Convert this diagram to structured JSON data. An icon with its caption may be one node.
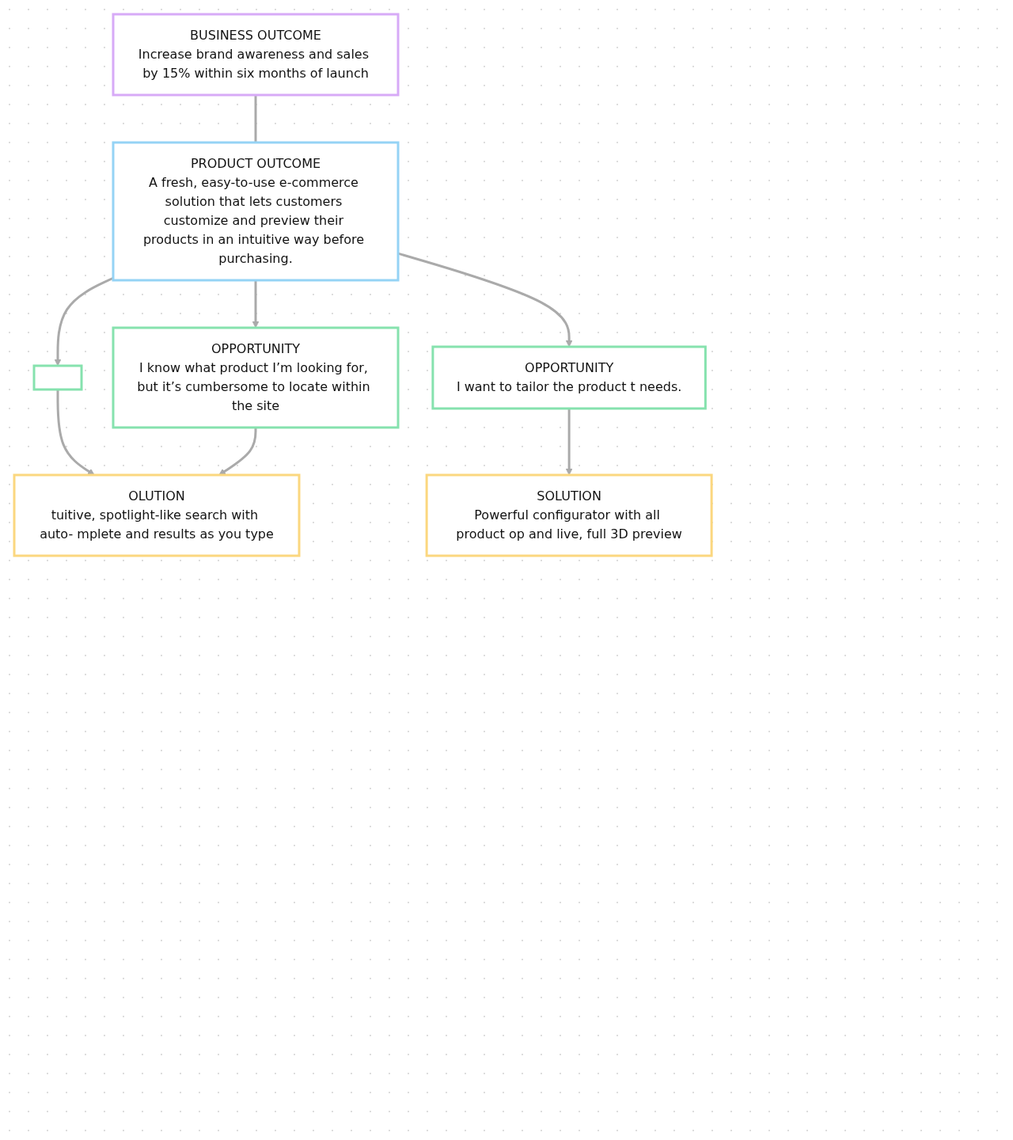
{
  "diagram": {
    "nodes": [
      {
        "text": [
          "BUSINESS OUTCOME",
          "Increase brand awareness and sales by 15% within six months of launch"
        ]
      },
      {
        "text": [
          "PRODUCT OUTCOME",
          "A fresh, easy-to-use e-commerce solution that lets customers customize and preview their products in an intuitive way before purchasing."
        ]
      },
      {
        "text": [],
        "shape": "box"
      },
      {
        "text": [
          "OPPORTUNITY",
          "I know what product I’m looking for, but it’s cumbersome to locate within the site"
        ]
      },
      {
        "text": [
          "OPPORTUNITY",
          "I want to tailor the product t needs."
        ]
      },
      {
        "text": [
          "OLUTION",
          "tuitive, spotlight-like search with auto- mplete and results as you type"
        ]
      },
      {
        "text": [
          "SOLUTION",
          "Powerful configurator with all product op and live, full 3D preview"
        ]
      }
    ],
    "edges": [
      {
        "from": 0,
        "to": 1,
        "arrow": "none"
      },
      {
        "from": 1,
        "to": 2,
        "arrow": "to"
      },
      {
        "from": 1,
        "to": 3,
        "arrow": "to"
      },
      {
        "from": 1,
        "to": 4,
        "arrow": "to"
      },
      {
        "from": 2,
        "to": 5,
        "arrow": "to"
      },
      {
        "from": 3,
        "to": 5,
        "arrow": "to"
      },
      {
        "from": 4,
        "to": 6,
        "arrow": "to"
      }
    ]
  }
}
